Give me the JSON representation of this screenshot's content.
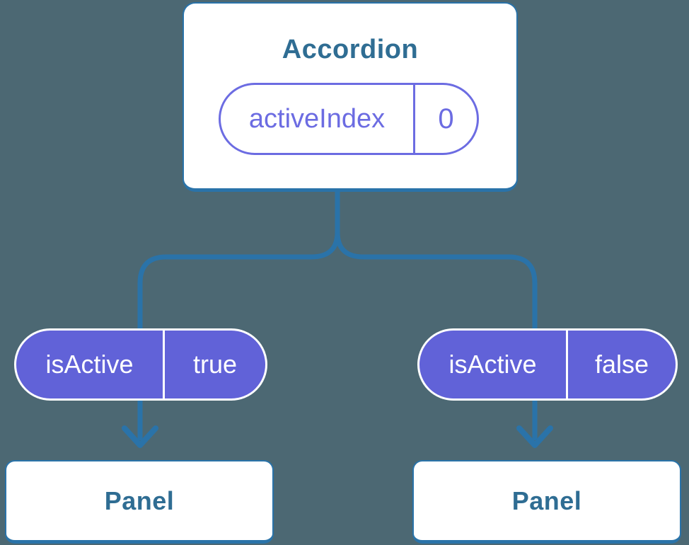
{
  "colors": {
    "bg": "#4C6873",
    "line-blue": "#2A73A9",
    "text-blue": "#2F6D93",
    "purple-fill": "#6162D8",
    "purple-outline": "#6C6CE2"
  },
  "diagram": {
    "accordion": {
      "title": "Accordion",
      "state": {
        "name": "activeIndex",
        "value": "0"
      }
    },
    "children": [
      {
        "prop": {
          "name": "isActive",
          "value": "true"
        },
        "panel_label": "Panel"
      },
      {
        "prop": {
          "name": "isActive",
          "value": "false"
        },
        "panel_label": "Panel"
      }
    ]
  }
}
